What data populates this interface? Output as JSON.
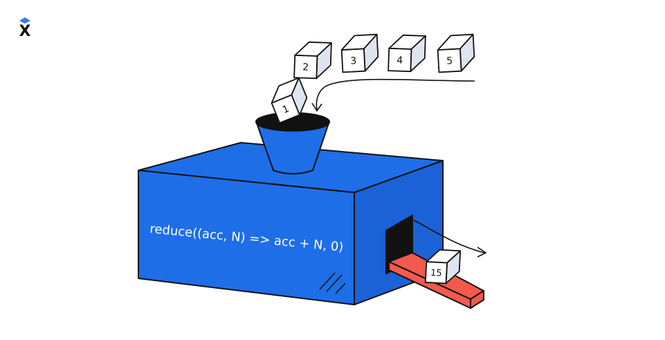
{
  "colors": {
    "machine": "#1e6ee8",
    "machine_side": "#1a62d6",
    "outline": "#111111",
    "cube_face": "#ffffff",
    "cube_shade": "#dfe5f0",
    "conveyor": "#f25a4c",
    "logo_accent": "#2f7ef5"
  },
  "logo": {
    "glyph": "X"
  },
  "cubes": {
    "queue": [
      {
        "label": "2"
      },
      {
        "label": "3"
      },
      {
        "label": "4"
      },
      {
        "label": "5"
      }
    ],
    "falling": {
      "label": "1"
    },
    "output": {
      "label": "15"
    }
  },
  "machine": {
    "code": "reduce((acc, N) => acc + N, 0)"
  }
}
